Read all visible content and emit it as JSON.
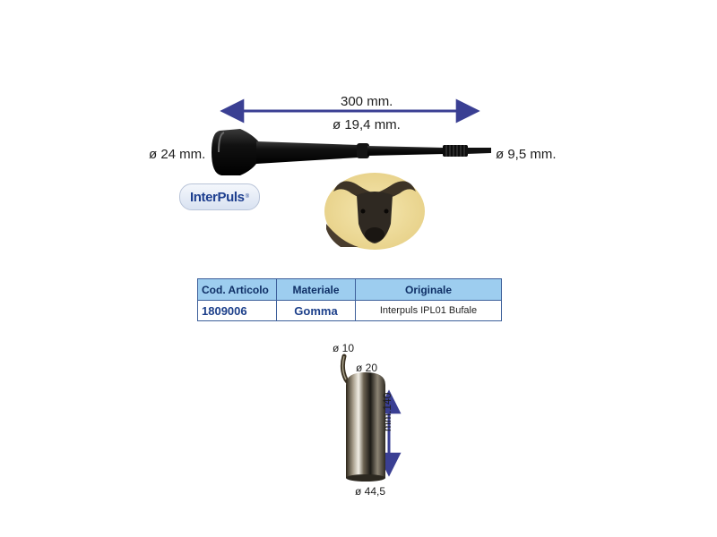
{
  "liner": {
    "length_label": "300 mm.",
    "inner_diameter_label": "ø 19,4 mm.",
    "head_diameter_label": "ø 24 mm.",
    "tail_diameter_label": "ø 9,5 mm."
  },
  "brand": {
    "logo_text": "InterPuls",
    "registered_mark": "®"
  },
  "table": {
    "headers": [
      "Cod. Articolo",
      "Materiale",
      "Originale"
    ],
    "rows": [
      {
        "code": "1809006",
        "material": "Gomma",
        "original": "Interpuls IPL01 Bufale"
      }
    ]
  },
  "shell": {
    "tube_diameter_label": "ø 10",
    "top_diameter_label": "ø 20",
    "height_label": "mm.140",
    "body_diameter_label": "ø 44,5"
  },
  "colors": {
    "arrow": "#3a3f93",
    "header_bg": "#9dcdef",
    "brand_blue": "#1c3f8a"
  },
  "images": [
    {
      "icon": "buffalo-photo-icon",
      "description_visible": false
    }
  ]
}
